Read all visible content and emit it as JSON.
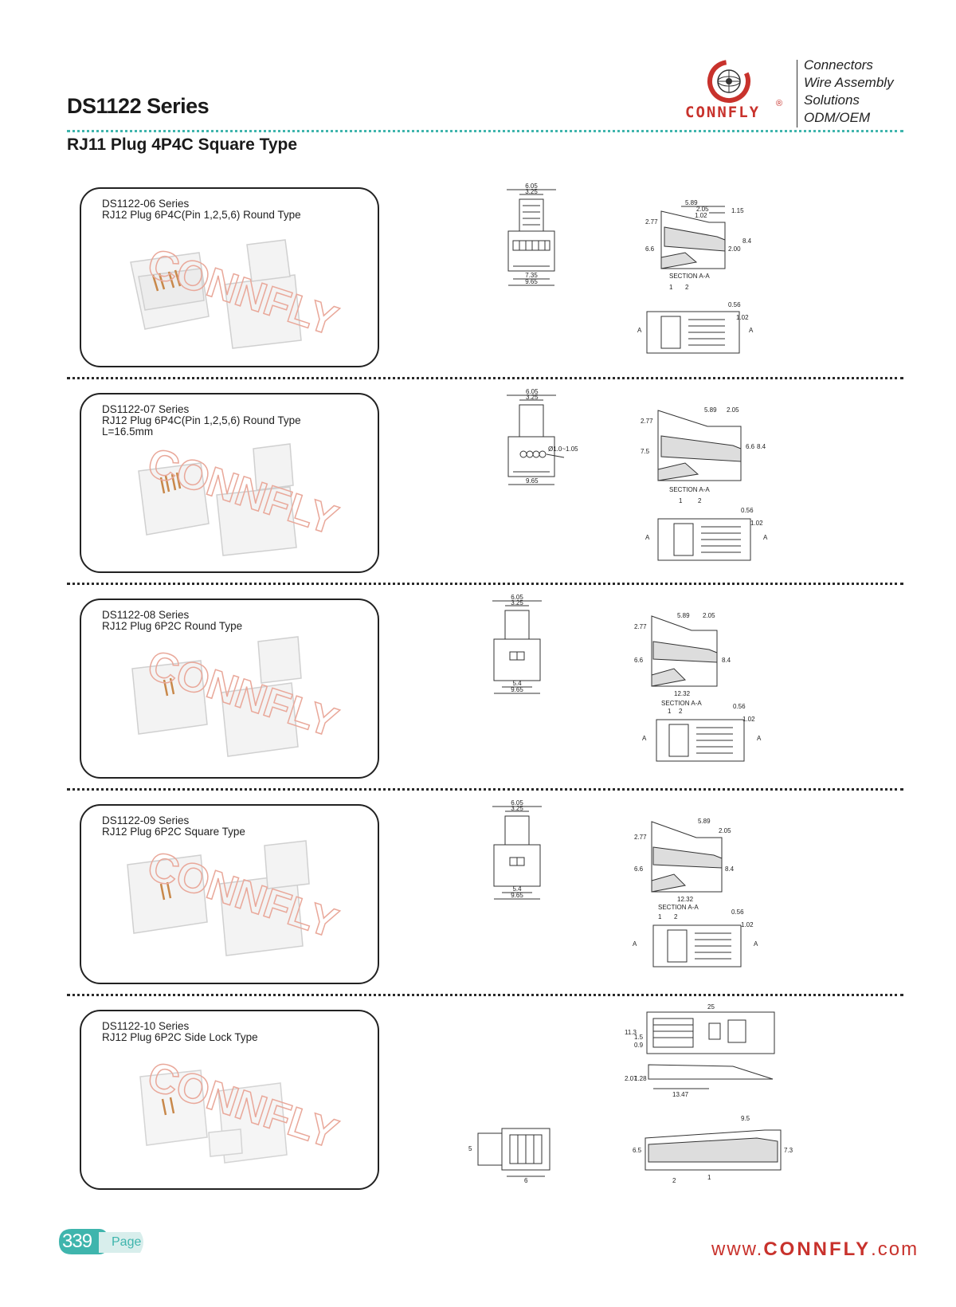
{
  "header": {
    "series_title": "DS1122 Series",
    "subtitle": "RJ11 Plug 4P4C Square Type",
    "brand_logo_text": "CONNFLY",
    "registered_mark": "®",
    "brand_lines": [
      "Connectors",
      "Wire Assembly",
      "Solutions",
      "ODM/OEM"
    ]
  },
  "products": [
    {
      "lines": [
        "DS1122-06 Series",
        "RJ12 Plug 6P4C(Pin 1,2,5,6) Round Type"
      ],
      "front_dims": [
        "6.05",
        "3.25",
        "7.35",
        "9.65"
      ],
      "side_dims": [
        "5.89",
        "2.05",
        "1.02",
        "1.15",
        "2.77",
        "6.6",
        "2.00",
        "8.4"
      ],
      "section_label": "SECTION A-A",
      "top_dims": [
        "1",
        "2",
        "0.56",
        "1.02",
        "A",
        "A"
      ]
    },
    {
      "lines": [
        "DS1122-07 Series",
        "RJ12 Plug 6P4C(Pin 1,2,5,6) Round Type",
        "L=16.5mm"
      ],
      "front_dims": [
        "6.05",
        "3.25",
        "Ø1.0~1.05",
        "9.65"
      ],
      "side_dims": [
        "5.89",
        "2.05",
        "2.77",
        "7.5",
        "6.6",
        "8.4"
      ],
      "section_label": "SECTION A-A",
      "top_dims": [
        "1",
        "2",
        "0.56",
        "1.02",
        "A",
        "A"
      ]
    },
    {
      "lines": [
        "DS1122-08 Series",
        "RJ12 Plug 6P2C Round Type"
      ],
      "front_dims": [
        "6.05",
        "3.25",
        "5.4",
        "9.65"
      ],
      "side_dims": [
        "5.89",
        "2.05",
        "2.77",
        "6.6",
        "8.4",
        "12.32"
      ],
      "section_label": "SECTION A-A",
      "top_dims": [
        "1",
        "2",
        "0.56",
        "1.02",
        "A",
        "A"
      ]
    },
    {
      "lines": [
        "DS1122-09 Series",
        "RJ12 Plug 6P2C Square Type"
      ],
      "front_dims": [
        "6.05",
        "3.25",
        "5.4",
        "9.65"
      ],
      "side_dims": [
        "5.89",
        "2.05",
        "2.77",
        "6.6",
        "8.4",
        "12.32"
      ],
      "section_label": "SECTION A-A",
      "top_dims": [
        "1",
        "2",
        "0.56",
        "1.02",
        "A",
        "A"
      ]
    },
    {
      "lines": [
        "DS1122-10 Series",
        "RJ12 Plug 6P2C Side Lock Type"
      ],
      "front_dims": [
        "5",
        "6"
      ],
      "top_dims": [
        "25",
        "11.3",
        "1.5",
        "0.9"
      ],
      "side_dims": [
        "2.07",
        "1.28",
        "13.47"
      ],
      "section_dims": [
        "9.5",
        "6.5",
        "7.3",
        "2",
        "1"
      ]
    }
  ],
  "watermark_text": "CONNFLY",
  "footer": {
    "page_number": "339",
    "page_label": "Page",
    "website_prefix": "www.",
    "website_brand": "CONNFLY",
    "website_suffix": ".com"
  },
  "colors": {
    "brand_red": "#c8322c",
    "teal": "#3fb5ad",
    "text_dark": "#222222"
  }
}
